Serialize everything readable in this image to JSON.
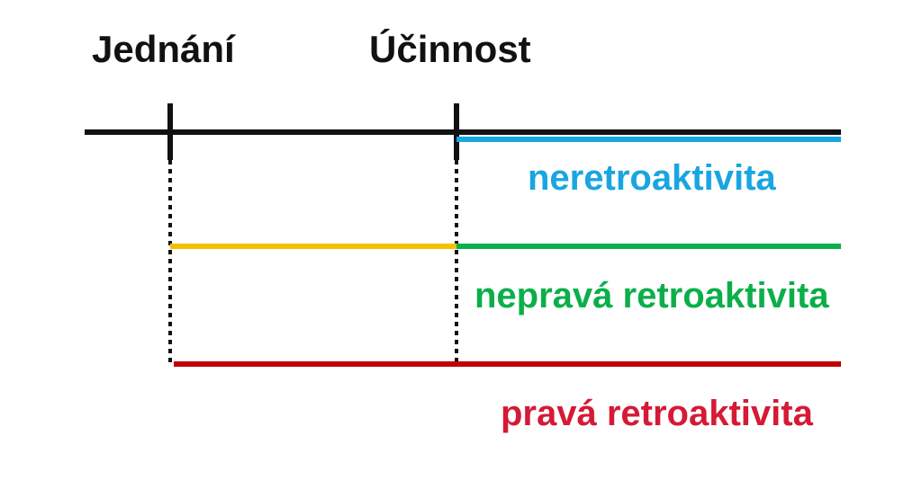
{
  "headings": {
    "action": "Jednání",
    "effect": "Účinnost"
  },
  "categories": [
    {
      "id": "neretro",
      "label": "neretroaktivita",
      "color": "#19A6E0"
    },
    {
      "id": "neprava",
      "label": "nepravá retroaktivita",
      "color": "#0BAF4A",
      "secondary_color": "#F5C000"
    },
    {
      "id": "prava",
      "label": "pravá retroaktivita",
      "color": "#D51A36",
      "line_color": "#C00000"
    }
  ],
  "colors": {
    "axis": "#111111",
    "text": "#111111"
  }
}
